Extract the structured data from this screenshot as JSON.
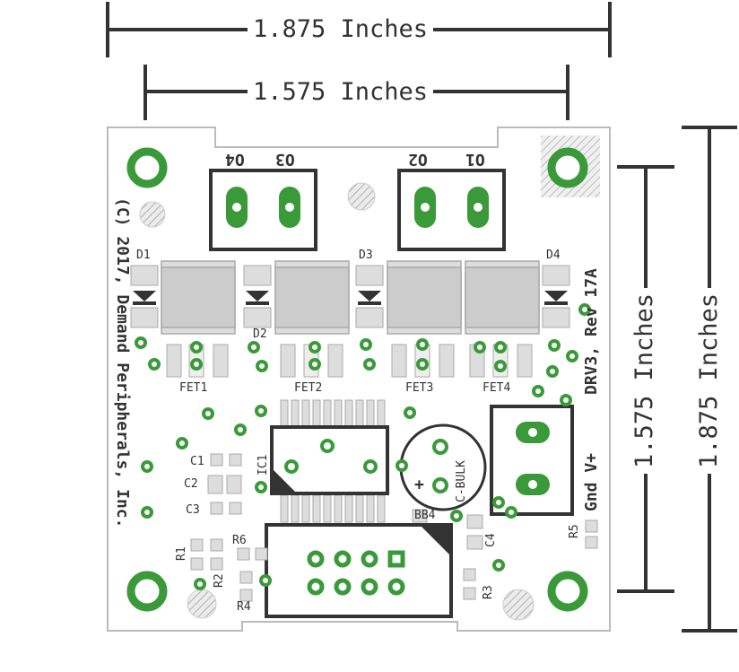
{
  "dimensions": {
    "top_outer": "1.875 Inches",
    "top_inner": "1.575 Inches",
    "right_inner": "1.575 Inches",
    "right_outer": "1.875 Inches"
  },
  "board": {
    "copyright": "(C) 2017, Demand Peripherals, Inc.",
    "revision": "DRV3, Rev 17A",
    "power_label": "Gnd V+"
  },
  "connectors": {
    "o4": "O4",
    "o3": "O3",
    "o2": "O2",
    "o1": "O1"
  },
  "components": {
    "d1": "D1",
    "d2": "D2",
    "d3": "D3",
    "d4": "D4",
    "fet1": "FET1",
    "fet2": "FET2",
    "fet3": "FET3",
    "fet4": "FET4",
    "c1": "C1",
    "c2": "C2",
    "c3": "C3",
    "c4": "C4",
    "ic1": "IC1",
    "bb4": "BB4",
    "c_bulk": "C-BULK",
    "plus": "+",
    "r1": "R1",
    "r2": "R2",
    "r3": "R3",
    "r4": "R4",
    "r5": "R5",
    "r6": "R6"
  },
  "colors": {
    "pad_green": "#3a9a3a",
    "outline": "#333333",
    "component_fill": "#d9d9d9"
  }
}
